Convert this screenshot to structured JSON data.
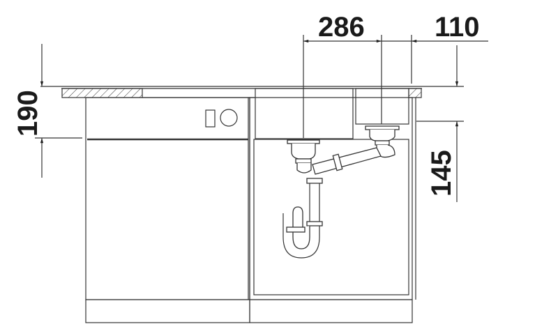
{
  "drawing": {
    "subject": "Double bowl sink installation dimensions",
    "dimensions": {
      "bowl_main_width": "286",
      "bowl_small_offset": "110",
      "depth_left": "190",
      "depth_right": "145"
    },
    "line_color": "#333333",
    "text_color": "#1a1a1a"
  }
}
